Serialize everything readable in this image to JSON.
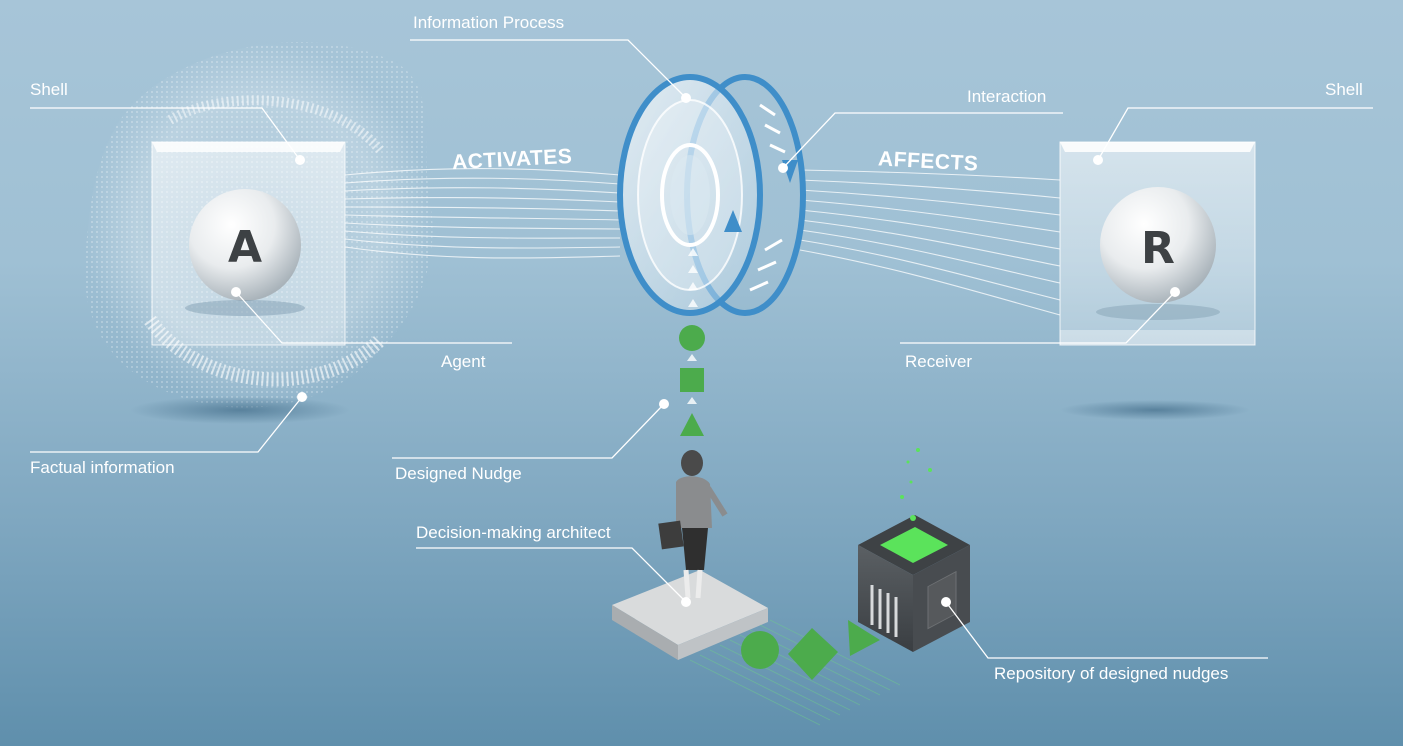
{
  "labels": {
    "shell_left": "Shell",
    "shell_right": "Shell",
    "information_process": "Information Process",
    "interaction": "Interaction",
    "agent": "Agent",
    "receiver": "Receiver",
    "factual_information": "Factual information",
    "designed_nudge": "Designed Nudge",
    "decision_making_architect": "Decision-making architect",
    "repository": "Repository of designed nudges"
  },
  "flow": {
    "activates": "ACTIVATES",
    "affects": "AFFECTS"
  },
  "spheres": {
    "agent_letter": "A",
    "receiver_letter": "R"
  },
  "colors": {
    "ring_blue": "#3f8ec9",
    "nudge_green": "#4cab4c",
    "screen_green": "#5be35b",
    "label": "#ffffff"
  },
  "icons": [
    "circle-icon",
    "square-icon",
    "triangle-icon",
    "woman-figure-icon",
    "repository-box-icon"
  ]
}
